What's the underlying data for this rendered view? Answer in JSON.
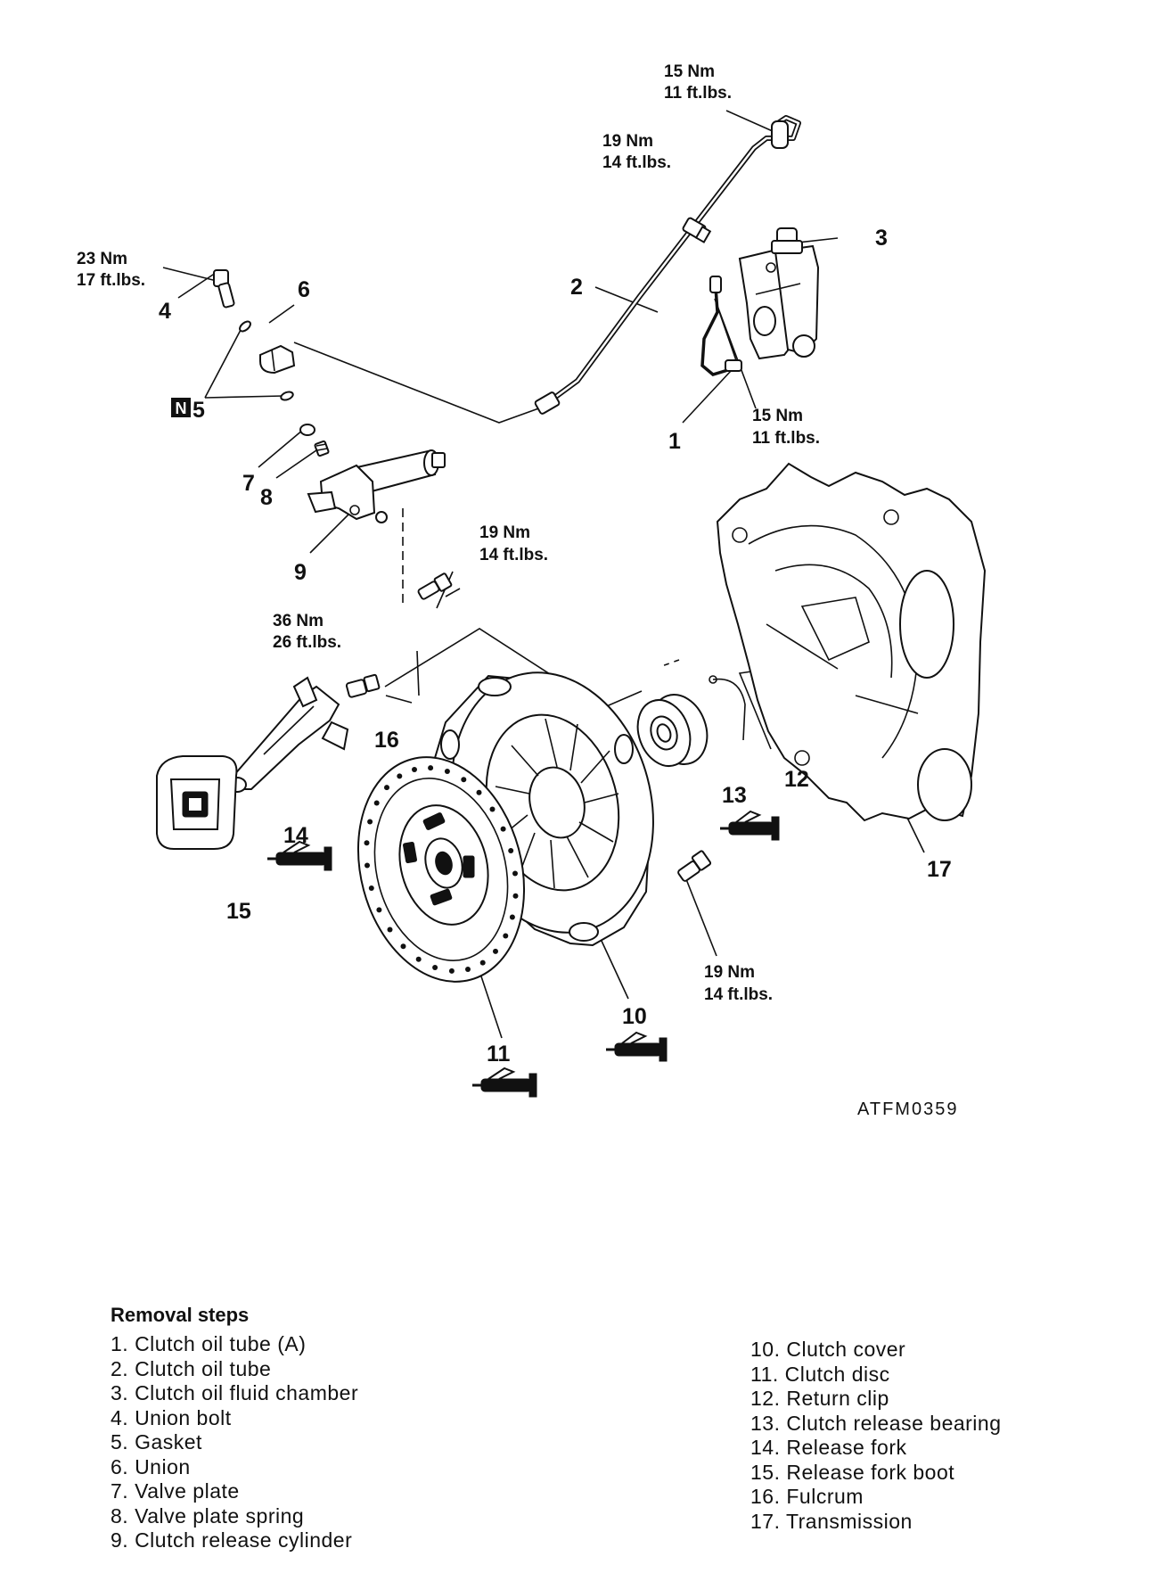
{
  "labels": {
    "p1": "1",
    "p2": "2",
    "p3": "3",
    "p4": "4",
    "p5": "5",
    "p6": "6",
    "p7": "7",
    "p8": "8",
    "p9": "9",
    "p10": "10",
    "p11": "11",
    "p12": "12",
    "p13": "13",
    "p14": "14",
    "p15": "15",
    "p16": "16",
    "p17": "17",
    "n_marker": "N"
  },
  "torque": {
    "t_top_nm": "15 Nm",
    "t_top_ft": "11 ft.lbs.",
    "t_tube_nm": "19 Nm",
    "t_tube_ft": "14 ft.lbs.",
    "t_union_nm": "23 Nm",
    "t_union_ft": "17 ft.lbs.",
    "t_tubeA_nm": "15 Nm",
    "t_tubeA_ft": "11 ft.lbs.",
    "t_cyl_nm": "19 Nm",
    "t_cyl_ft": "14 ft.lbs.",
    "t_fulcrum_nm": "36 Nm",
    "t_fulcrum_ft": "26 ft.lbs.",
    "t_cover_nm": "19 Nm",
    "t_cover_ft": "14 ft.lbs."
  },
  "figure_code": "ATFM0359",
  "removal": {
    "title": "Removal steps",
    "left": [
      "1. Clutch oil tube (A)",
      "2. Clutch oil tube",
      "3. Clutch oil fluid chamber",
      "4. Union bolt",
      "5. Gasket",
      "6. Union",
      "7. Valve plate",
      "8. Valve plate spring",
      "9. Clutch release cylinder"
    ],
    "right": [
      "10. Clutch cover",
      "11. Clutch disc",
      "12. Return clip",
      "13. Clutch release bearing",
      "14. Release fork",
      "15. Release fork boot",
      "16. Fulcrum",
      "17. Transmission"
    ]
  }
}
